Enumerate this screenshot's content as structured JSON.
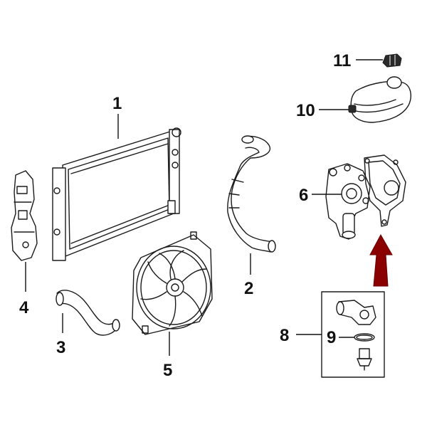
{
  "callouts": {
    "c1": "1",
    "c2": "2",
    "c3": "3",
    "c4": "4",
    "c5": "5",
    "c6": "6",
    "c8": "8",
    "c9": "9",
    "c10": "10",
    "c11": "11"
  },
  "colors": {
    "line": "#1a1a1a",
    "highlight_arrow": "#8b0000",
    "background": "#ffffff"
  },
  "icons": {
    "highlight": "red-pointer-arrow-icon"
  }
}
